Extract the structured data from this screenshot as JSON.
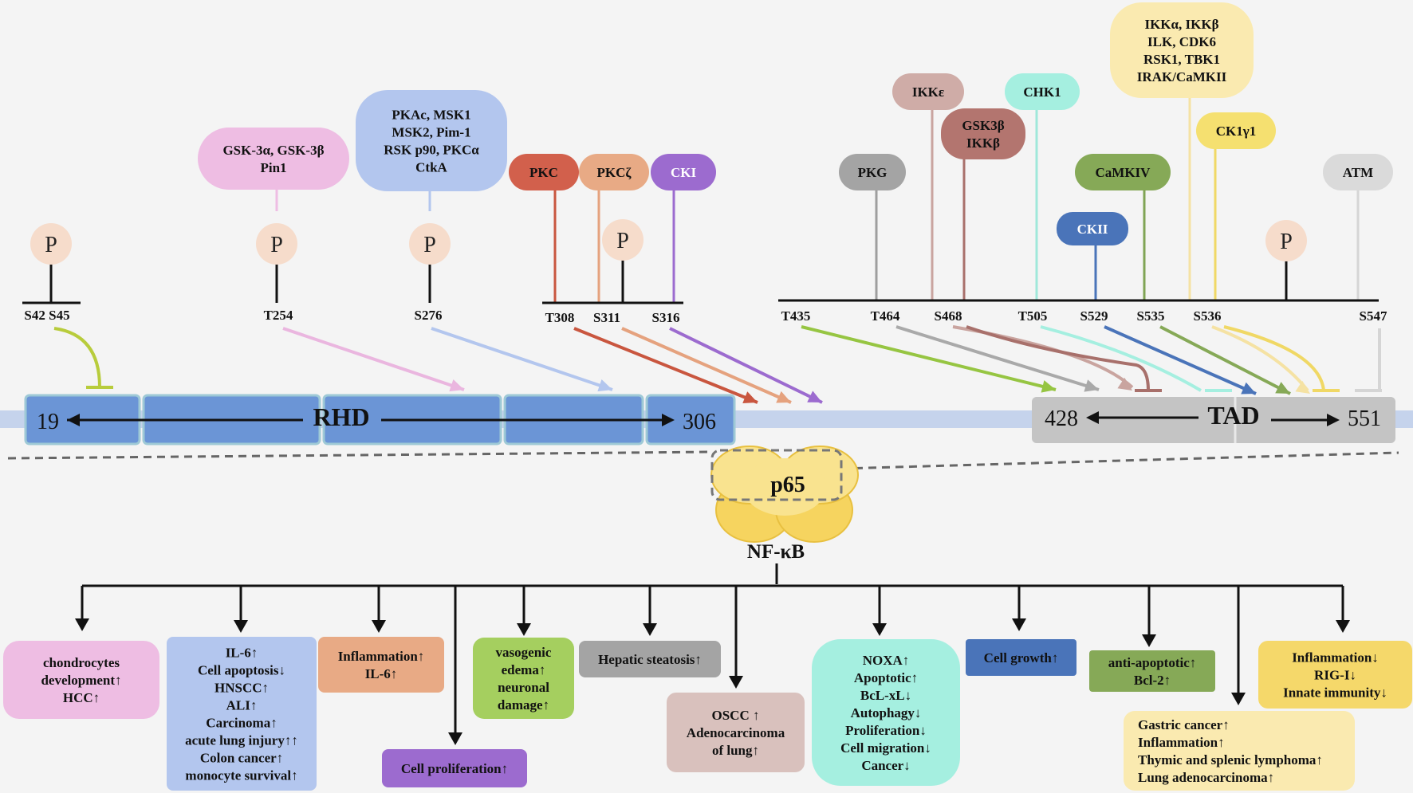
{
  "kinases": [
    {
      "id": "gsk3",
      "lines": [
        "GSK-3α, GSK-3β",
        "Pin1"
      ],
      "color": "#eebde3"
    },
    {
      "id": "pka",
      "lines": [
        "PKAc, MSK1",
        "MSK2, Pim-1",
        "RSK p90, PKCα",
        "CtkA"
      ],
      "color": "#b3c6ee"
    },
    {
      "id": "pkc",
      "lines": [
        "PKC"
      ],
      "color": "#d2604c"
    },
    {
      "id": "pkcz",
      "lines": [
        "PKCζ"
      ],
      "color": "#e8aa85"
    },
    {
      "id": "cki",
      "lines": [
        "CKI"
      ],
      "color": "#9c6bcf"
    },
    {
      "id": "pkg",
      "lines": [
        "PKG"
      ],
      "color": "#a4a4a4"
    },
    {
      "id": "ikke",
      "lines": [
        "IKKε"
      ],
      "color": "#cfaca7"
    },
    {
      "id": "gsk3b",
      "lines": [
        "GSK3β",
        "IKKβ"
      ],
      "color": "#b3756f"
    },
    {
      "id": "chk1",
      "lines": [
        "CHK1"
      ],
      "color": "#a5efe0"
    },
    {
      "id": "ikka",
      "lines": [
        "IKKα, IKKβ",
        "ILK, CDK6",
        "RSK1, TBK1",
        "IRAK/CaMKII"
      ],
      "color": "#faeab0"
    },
    {
      "id": "ck1g1",
      "lines": [
        "CK1γ1"
      ],
      "color": "#f5e070"
    },
    {
      "id": "camkiv",
      "lines": [
        "CaMKIV"
      ],
      "color": "#86a957"
    },
    {
      "id": "ckii",
      "lines": [
        "CKII"
      ],
      "color": "#4a74b9"
    },
    {
      "id": "atm",
      "lines": [
        "ATM"
      ],
      "color": "#dadada"
    }
  ],
  "phospho_label": "P",
  "sites": [
    "S42 S45",
    "T254",
    "S276",
    "T308",
    "S311",
    "S316",
    "T435",
    "T464",
    "S468",
    "T505",
    "S529",
    "S535",
    "S536",
    "S547"
  ],
  "domains": {
    "rhd": {
      "start": "19",
      "name": "RHD",
      "end": "306"
    },
    "tad": {
      "start": "428",
      "name": "TAD",
      "end": "551"
    }
  },
  "center": {
    "protein": "p65",
    "complex": "NF-κB"
  },
  "outcomes": [
    {
      "id": "o1",
      "lines": [
        "chondrocytes",
        "development↑",
        "HCC↑"
      ],
      "color": "#eebde3"
    },
    {
      "id": "o2",
      "lines": [
        "IL-6↑",
        "Cell apoptosis↓",
        "HNSCC↑",
        "ALI↑",
        "Carcinoma↑",
        "acute lung injury↑↑",
        "Colon cancer↑",
        "monocyte survival↑"
      ],
      "color": "#b3c6ee"
    },
    {
      "id": "o3",
      "lines": [
        "Inflammation↑",
        "IL-6↑"
      ],
      "color": "#e8aa85"
    },
    {
      "id": "o4",
      "lines": [
        "Cell proliferation↑"
      ],
      "color": "#9c6bcf"
    },
    {
      "id": "o5",
      "lines": [
        "vasogenic",
        "edema↑",
        "neuronal",
        "damage↑"
      ],
      "color": "#a5cf5f"
    },
    {
      "id": "o6",
      "lines": [
        "Hepatic steatosis↑"
      ],
      "color": "#a4a4a4"
    },
    {
      "id": "o7",
      "lines": [
        "OSCC ↑",
        "Adenocarcinoma",
        "of lung↑"
      ],
      "color": "#d9c1bd"
    },
    {
      "id": "o8",
      "lines": [
        "NOXA↑",
        "Apoptotic↑",
        "BcL-xL↓",
        "Autophagy↓",
        "Proliferation↓",
        "Cell migration↓",
        "Cancer↓"
      ],
      "color": "#a5efe0"
    },
    {
      "id": "o9",
      "lines": [
        "Cell growth↑"
      ],
      "color": "#4a74b9"
    },
    {
      "id": "o10",
      "lines": [
        "anti-apoptotic↑",
        "Bcl-2↑"
      ],
      "color": "#86a957"
    },
    {
      "id": "o11",
      "lines": [
        "Gastric cancer↑",
        "Inflammation↑",
        "Thymic and splenic lymphoma↑",
        "Lung adenocarcinoma↑"
      ],
      "color": "#faeab0"
    },
    {
      "id": "o12",
      "lines": [
        "Inflammation↓",
        "RIG-I↓",
        "Innate immunity↓"
      ],
      "color": "#f5d86a"
    }
  ]
}
